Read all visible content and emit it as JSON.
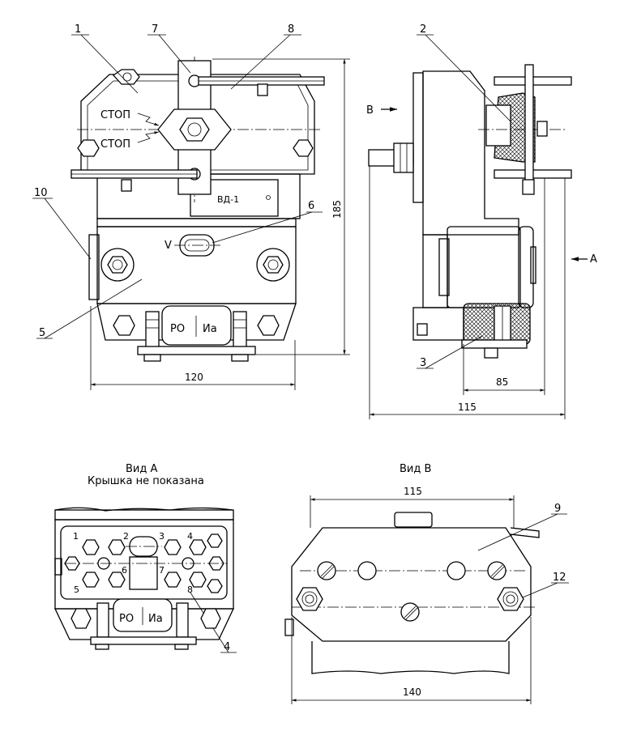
{
  "callouts": {
    "c1": "1",
    "c2": "2",
    "c3": "3",
    "c4": "4",
    "c5": "5",
    "c6": "6",
    "c7": "7",
    "c8": "8",
    "c9": "9",
    "c10": "10",
    "c12": "12"
  },
  "dimensions": {
    "front_width": "120",
    "front_height": "185",
    "side_depth": "85",
    "side_total": "115",
    "viewB_top": "115",
    "viewB_bottom": "140"
  },
  "markings": {
    "stop_top": "СТОП",
    "stop_bottom": "СТОП",
    "model_plate": "ВД-1",
    "terminal_ro": "РО",
    "terminal_ia": "Иа",
    "arrow_v": "V",
    "view_a_ro": "РО",
    "view_a_ia": "Иа"
  },
  "view_arrows": {
    "b_label": "В",
    "a_label": "А"
  },
  "views": {
    "view_a_title": "Вид А",
    "view_a_note": "Крышка не показана",
    "view_b_title": "Вид В"
  },
  "terminal_numbers": [
    "1",
    "2",
    "3",
    "4",
    "5",
    "6",
    "7",
    "8"
  ]
}
